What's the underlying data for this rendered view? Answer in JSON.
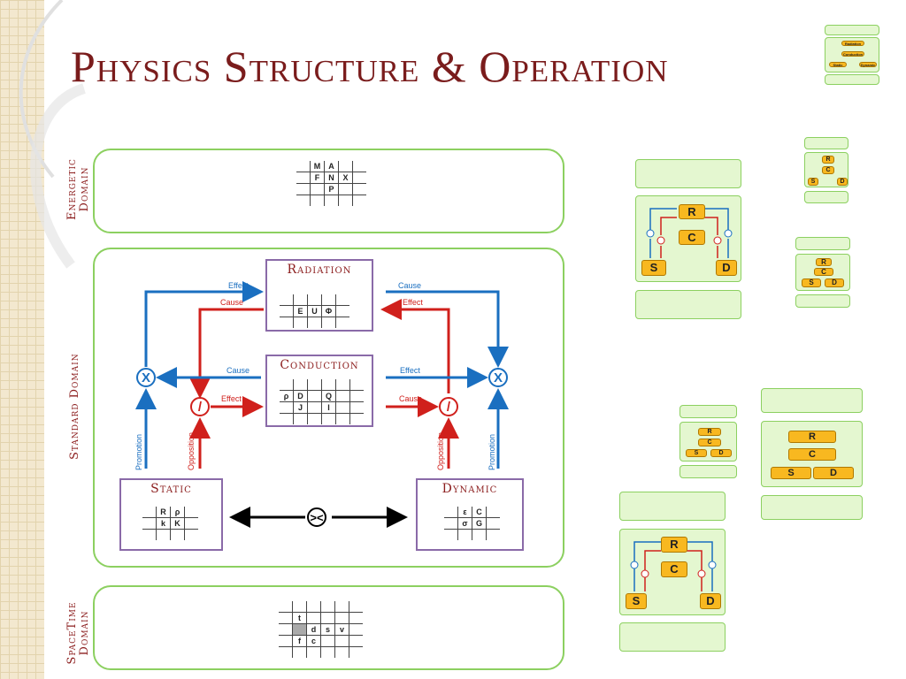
{
  "title": "Physics Structure & Operation",
  "domains": {
    "energetic": [
      "Energetic",
      "Domain"
    ],
    "standard": "Standard Domain",
    "spacetime": [
      "SpaceTime",
      "Domain"
    ]
  },
  "energetic_table": [
    [
      "M",
      "A",
      ""
    ],
    [
      "F",
      "N",
      "X"
    ],
    [
      "",
      "P",
      ""
    ]
  ],
  "spacetime_table": [
    [
      "t",
      "",
      "",
      ""
    ],
    [
      "",
      "d",
      "s",
      "v"
    ],
    [
      "f",
      "c",
      "",
      ""
    ]
  ],
  "boxes": {
    "radiation": {
      "label": "Radiation",
      "cells": [
        [
          "E",
          "U",
          "Φ"
        ]
      ]
    },
    "conduction": {
      "label": "Conduction",
      "cells": [
        [
          "ρ",
          "D",
          "",
          "Q"
        ],
        [
          "",
          "J",
          "",
          "I"
        ]
      ]
    },
    "static": {
      "label": "Static",
      "cells": [
        [
          "R",
          "ρ"
        ],
        [
          "k",
          "K"
        ]
      ]
    },
    "dynamic": {
      "label": "Dynamic",
      "cells": [
        [
          "ε",
          "C"
        ],
        [
          "σ",
          "G"
        ]
      ]
    }
  },
  "arrows": {
    "effect": "Effect",
    "cause": "Cause",
    "promotion": "Promotion",
    "opposition": "Opposition"
  },
  "operators": {
    "multiply": "X",
    "divide": "/",
    "compare": "><"
  },
  "thumbs": {
    "r": "R",
    "c": "C",
    "s": "S",
    "d": "D",
    "mini_r": "Radiation",
    "mini_c": "Conduction",
    "mini_s": "Static",
    "mini_d": "Dynamic"
  },
  "colors": {
    "title": "#7a1c1c",
    "cause": "#d0201c",
    "effect": "#1a6fc0",
    "panel": "#8cd060",
    "box": "#8a6aa8",
    "node": "#f8b820"
  }
}
